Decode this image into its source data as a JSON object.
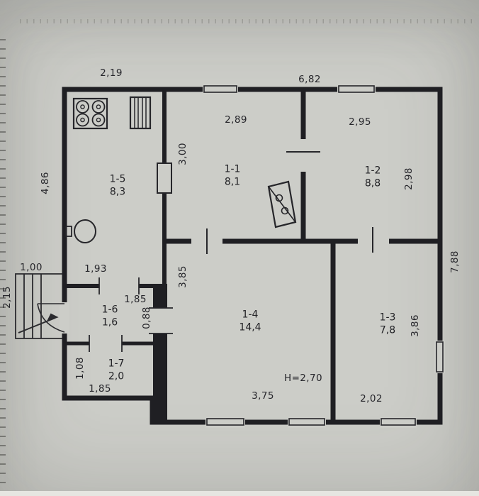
{
  "rooms": [
    {
      "id": "1-1",
      "area": "8,1"
    },
    {
      "id": "1-2",
      "area": "8,8"
    },
    {
      "id": "1-3",
      "area": "7,8"
    },
    {
      "id": "1-4",
      "area": "14,4"
    },
    {
      "id": "1-5",
      "area": "8,3"
    },
    {
      "id": "1-6",
      "area": "1,6"
    },
    {
      "id": "1-7",
      "area": "2,0"
    }
  ],
  "dimensions": {
    "top_left_width": "2,19",
    "top_right_width": "6,82",
    "room11_width": "2,89",
    "room11_height": "3,00",
    "room12_width": "2,95",
    "room12_height": "2,98",
    "left_height": "4,86",
    "right_height": "7,88",
    "porch_width": "1,00",
    "porch_depth": "2,15",
    "room15_width": "1,93",
    "room16_width": "1,85",
    "room16_depth": "0,88",
    "room17_depth": "1,08",
    "room17_width": "1,85",
    "room14_height": "3,85",
    "room14_width": "3,75",
    "ceiling_height": "H=2,70",
    "room13_width": "2,02",
    "room13_height": "3,86"
  }
}
